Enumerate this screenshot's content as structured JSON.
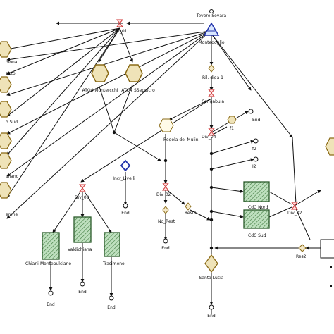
{
  "labels": {
    "teveri_sovara": "Tevere Sovara",
    "montedoglio": "Montedoglio",
    "div01": "Div_01",
    "ril_diga1": "Ril. diga 1",
    "congabuia": "Congabuia",
    "div04": "Div_04",
    "f1": "f1",
    "f2": "f2",
    "i2": "I2",
    "end": "End",
    "ato4_montercchi": "ATO4 Montercchi",
    "ato4_ssepolcro": "ATO4 SSepolcro",
    "regola_mulini": "Regola del Mulini",
    "incr_livelli": "Incr_Livelli",
    "div02": "Div_02",
    "no_rest": "No_Rest",
    "rest1": "Rest1",
    "div03": "Div_03",
    "chiani_montepulciano": "Chiani-Montepulciano",
    "valdichiana": "Valdichiana",
    "trasimeno": "Trasimeno",
    "cdc_nord": "CdC Nord",
    "cdc_sud": "CdC Sud",
    "div_02b": "Div_02",
    "santa_lucia": "Santa Lucia",
    "res2": "Res2",
    "left_olona": "olona",
    "left_ezzo": "ezzo",
    "left_sud": "o Sud",
    "left_uliano": "uliano",
    "left_erone": "erone"
  },
  "colors": {
    "edge": "#111111",
    "hex_fill": "#efe3b8",
    "hex_stroke": "#8a6a16",
    "rect_fill": "#bfe0bf",
    "rect_stroke": "#2a5a2a",
    "blue": "#2233aa",
    "red": "#cc3333"
  }
}
